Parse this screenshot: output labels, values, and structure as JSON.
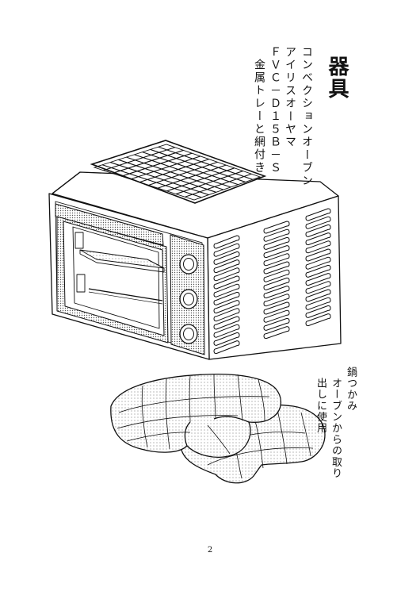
{
  "heading": "器具",
  "oven": {
    "line1": "コンベクションオーブン",
    "line2": "アイリスオーヤマ",
    "line3": "ＦＶＣ－Ｄ１５Ｂ－Ｓ",
    "line4": "金属トレーと網付き"
  },
  "mitts": {
    "line1": "鍋つかみ",
    "line2": "オーブンからの取り",
    "line3": "出しに使用"
  },
  "page_number": "2"
}
